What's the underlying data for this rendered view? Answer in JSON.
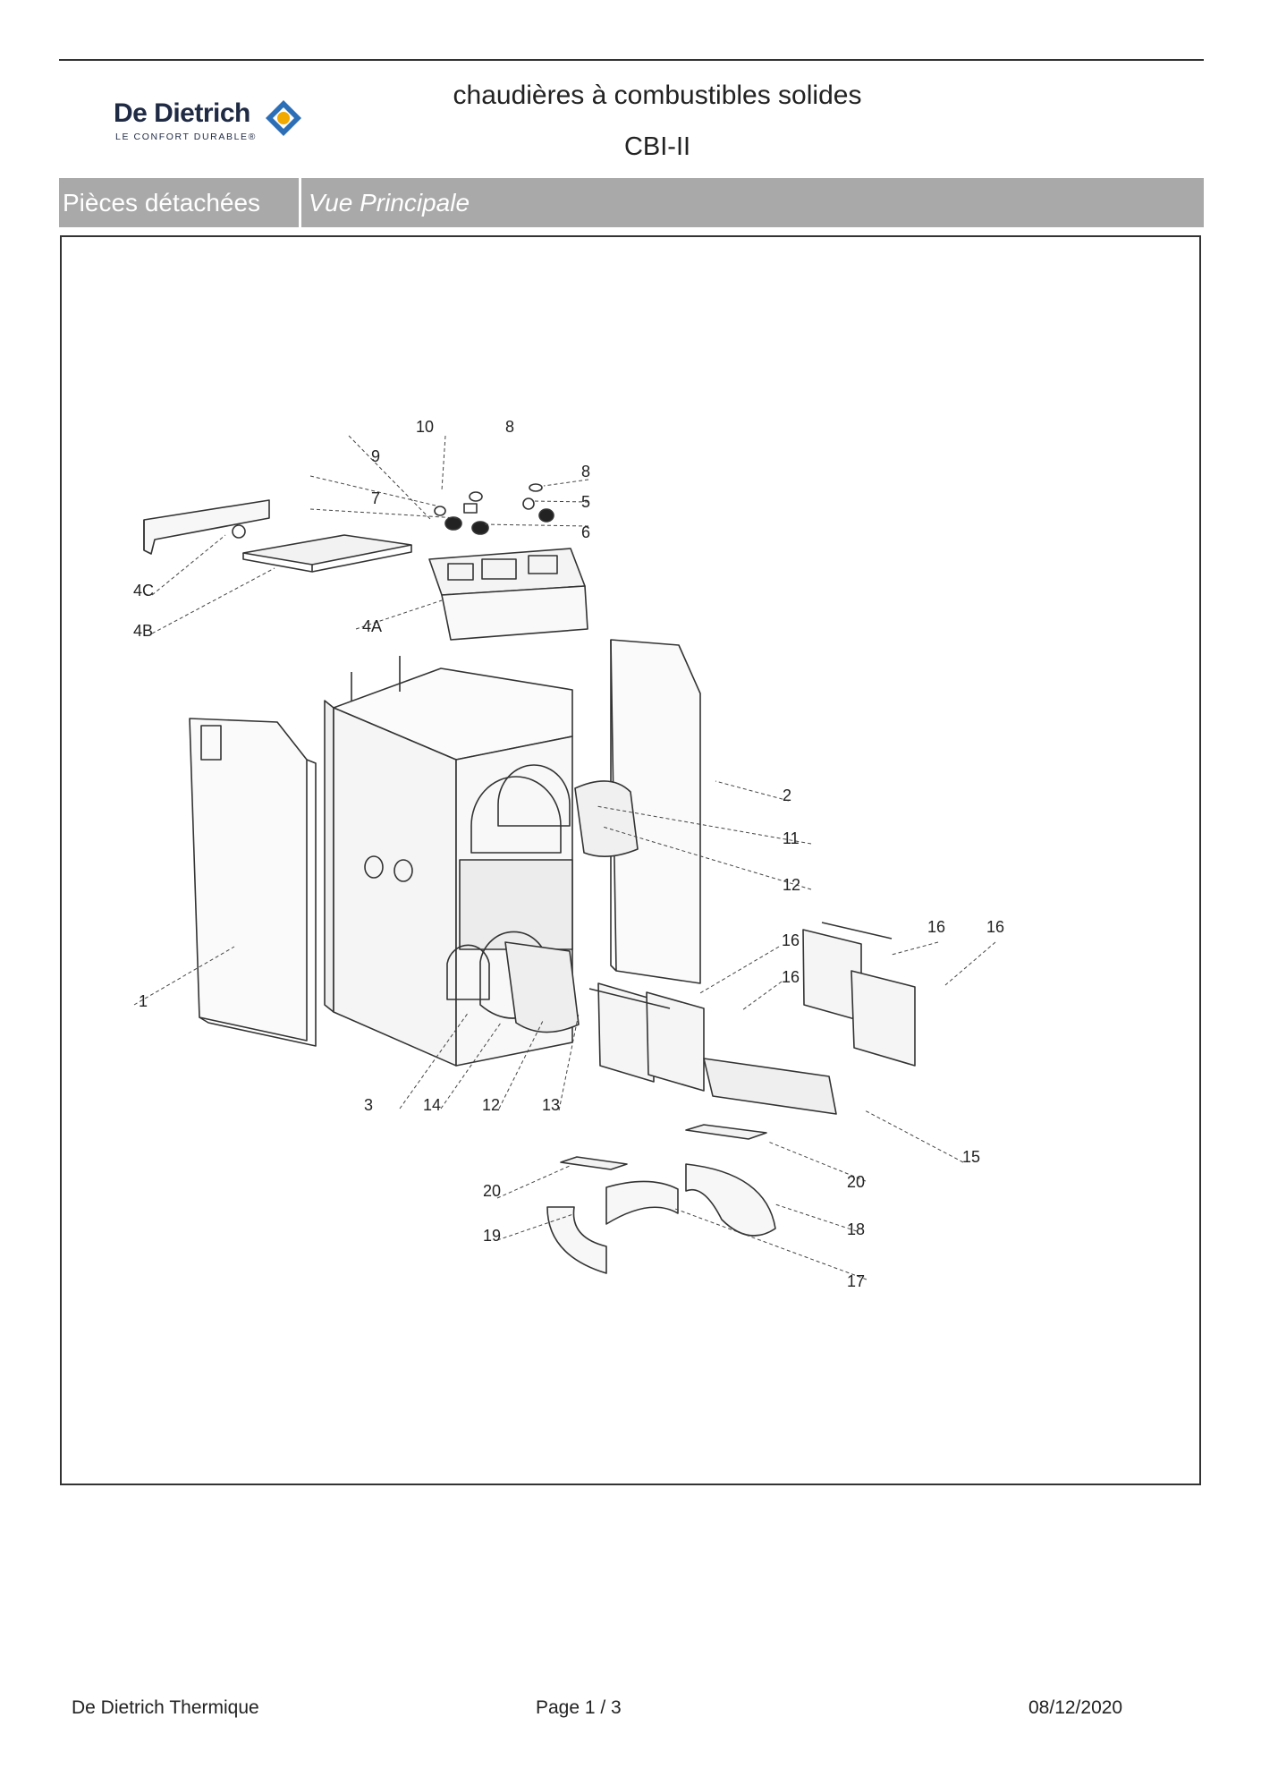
{
  "brand": {
    "name": "De Dietrich",
    "tagline": "LE CONFORT DURABLE®",
    "colors": {
      "navy": "#1f2a44",
      "gold": "#f2a900",
      "blue": "#2d6fb7"
    }
  },
  "header": {
    "title": "chaudières à combustibles solides",
    "model": "CBI-II"
  },
  "section": {
    "category": "Pièces détachées",
    "view": "Vue Principale",
    "bar_color": "#a9a9a9"
  },
  "diagram": {
    "callouts": {
      "c10": "10",
      "c8a": "8",
      "c8b": "8",
      "c9": "9",
      "c7": "7",
      "c5": "5",
      "c6": "6",
      "c4c": "4C",
      "c4b": "4B",
      "c4a": "4A",
      "c2": "2",
      "c11": "11",
      "c12a": "12",
      "c16a": "16",
      "c16b": "16",
      "c16c": "16",
      "c16d": "16",
      "c1": "1",
      "c3": "3",
      "c14": "14",
      "c12b": "12",
      "c13": "13",
      "c15": "15",
      "c20a": "20",
      "c20b": "20",
      "c18": "18",
      "c19": "19",
      "c17": "17"
    }
  },
  "footer": {
    "company": "De Dietrich Thermique",
    "page": "Page   1  /  3",
    "date": "08/12/2020"
  }
}
